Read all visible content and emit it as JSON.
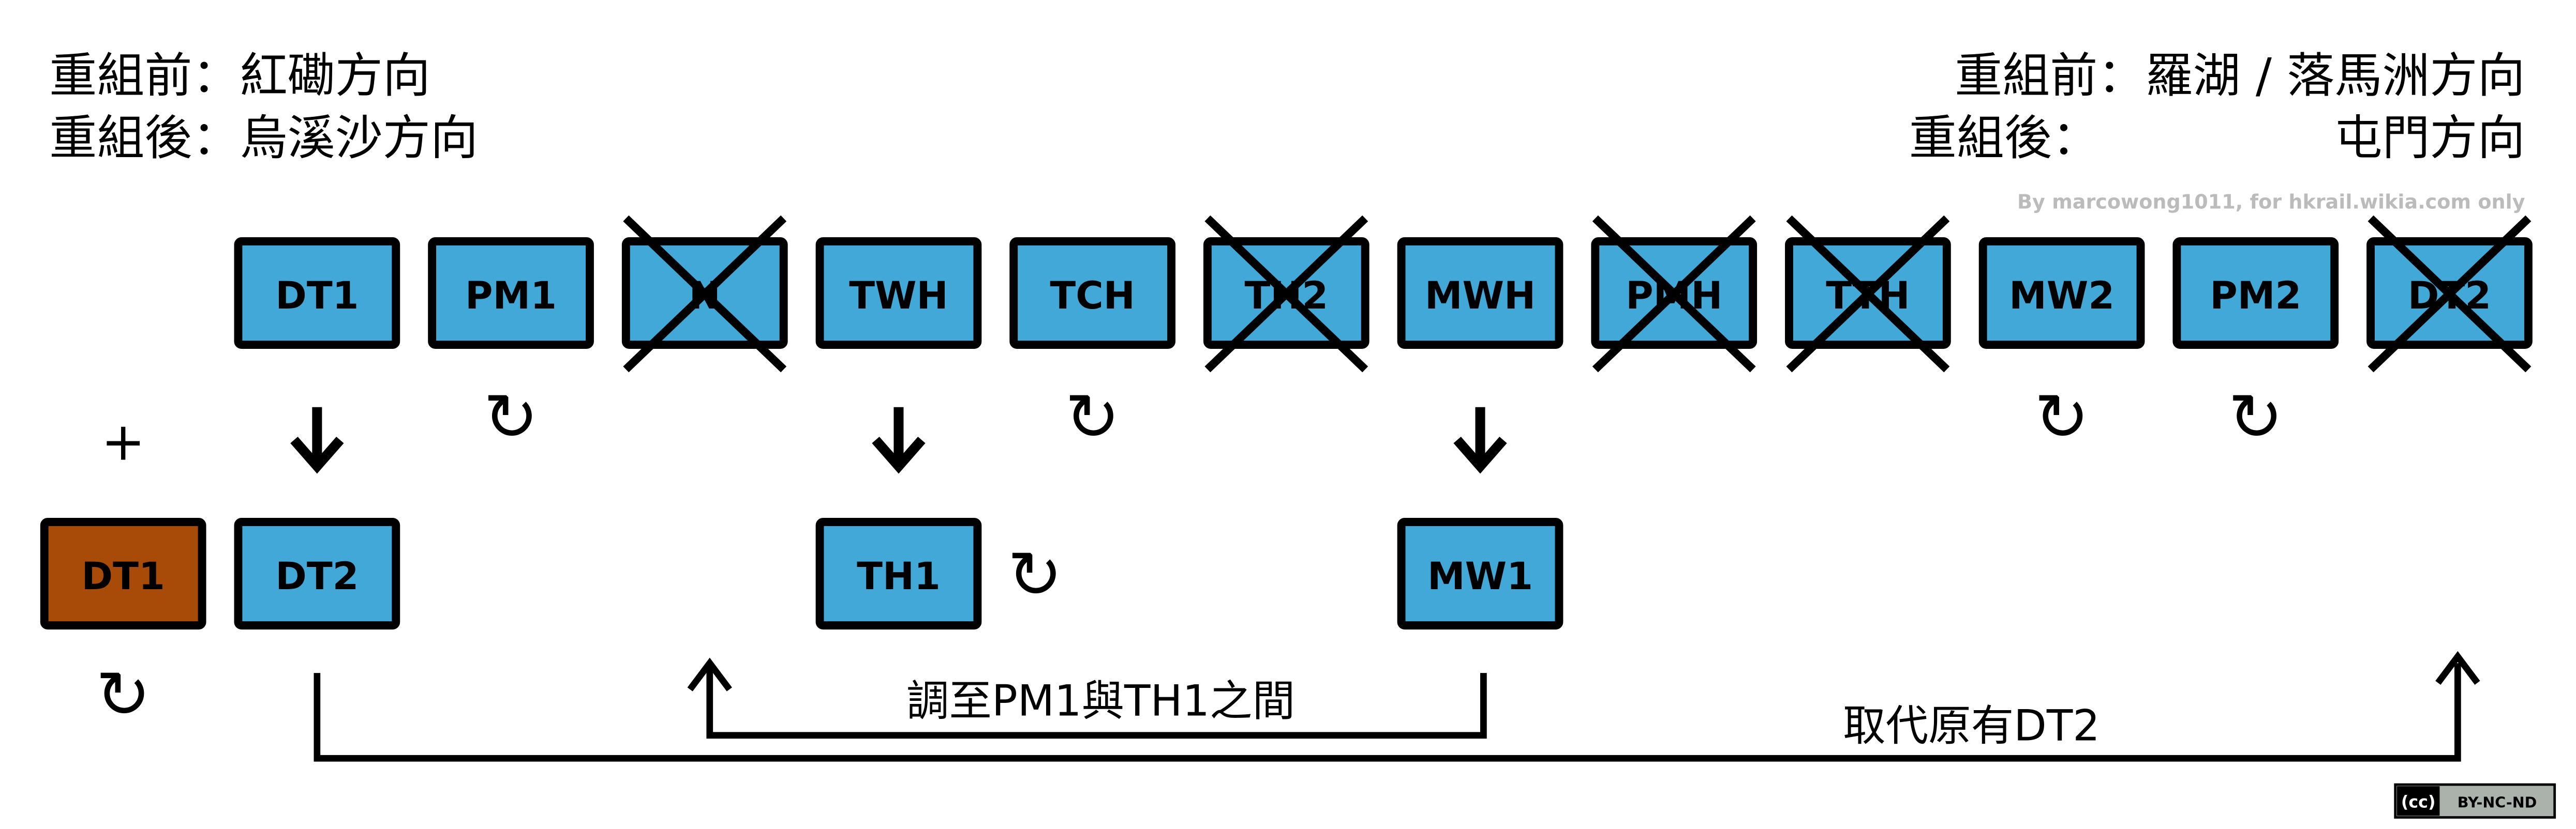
{
  "header_left": {
    "line1": "重組前：紅磡方向",
    "line2": "重組後：烏溪沙方向"
  },
  "header_right": {
    "line1": "重組前：羅湖 / 落馬洲方向",
    "line2_prefix": "重組後：",
    "line2_value": "屯門方向"
  },
  "credit": "By marcowong1011, for hkrail.wikia.com only",
  "colors": {
    "box": "#42a8d8",
    "added_box": "#a84a08",
    "stroke": "#000000"
  },
  "top_row": [
    {
      "label": "DT1",
      "crossed": false,
      "rotate": false,
      "down_arrow": true
    },
    {
      "label": "PM1",
      "crossed": false,
      "rotate": true,
      "down_arrow": false
    },
    {
      "label": "N",
      "crossed": true,
      "rotate": false,
      "down_arrow": false
    },
    {
      "label": "TWH",
      "crossed": false,
      "rotate": false,
      "down_arrow": true
    },
    {
      "label": "TCH",
      "crossed": false,
      "rotate": true,
      "down_arrow": false
    },
    {
      "label": "TH2",
      "crossed": true,
      "rotate": false,
      "down_arrow": false
    },
    {
      "label": "MWH",
      "crossed": false,
      "rotate": false,
      "down_arrow": true
    },
    {
      "label": "PMH",
      "crossed": true,
      "rotate": false,
      "down_arrow": false
    },
    {
      "label": "TTH",
      "crossed": true,
      "rotate": false,
      "down_arrow": false
    },
    {
      "label": "MW2",
      "crossed": false,
      "rotate": true,
      "down_arrow": false
    },
    {
      "label": "PM2",
      "crossed": false,
      "rotate": true,
      "down_arrow": false
    },
    {
      "label": "DT2",
      "crossed": true,
      "rotate": false,
      "down_arrow": false
    }
  ],
  "plus_symbol": "+",
  "rotate_symbol": "↻",
  "bottom_row": [
    {
      "label": "DT1",
      "added": true
    },
    {
      "label": "DT2",
      "added": false
    },
    {
      "label": "TH1",
      "added": false
    },
    {
      "label": "MW1",
      "added": false
    }
  ],
  "notes": {
    "move": "調至PM1與TH1之間",
    "replace": "取代原有DT2"
  },
  "license_badge": {
    "cc": "(cc)",
    "terms": "BY-NC-ND"
  }
}
